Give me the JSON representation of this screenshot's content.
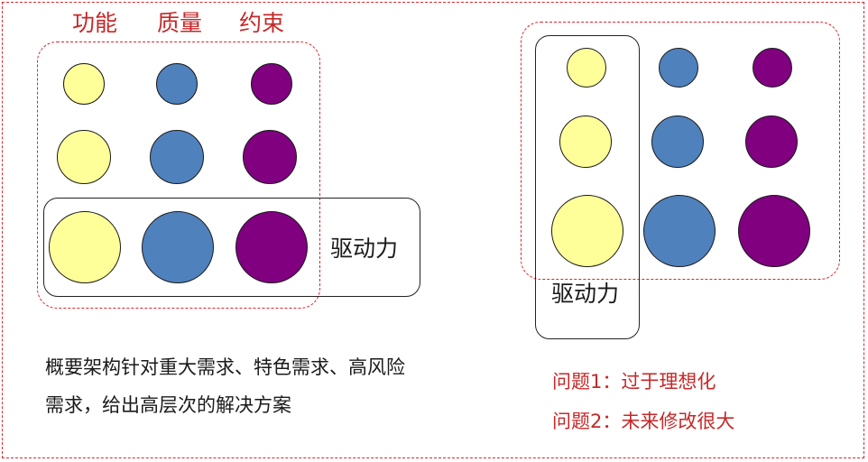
{
  "headers": {
    "functional": "功能",
    "quality": "质量",
    "constraint": "约束"
  },
  "colors": {
    "yellow": "#ffff99",
    "blue": "#4f81bd",
    "purple": "#800080",
    "red_dash": "#d9282f",
    "red_text": "#c62828"
  },
  "left_diagram": {
    "driver_label": "驱动力"
  },
  "right_diagram": {
    "driver_label": "驱动力"
  },
  "description": {
    "line1": "概要架构针对重大需求、特色需求、高风险",
    "line2": "需求，给出高层次的解决方案"
  },
  "problems": {
    "p1": "问题1：过于理想化",
    "p2": "问题2：未来修改很大"
  }
}
